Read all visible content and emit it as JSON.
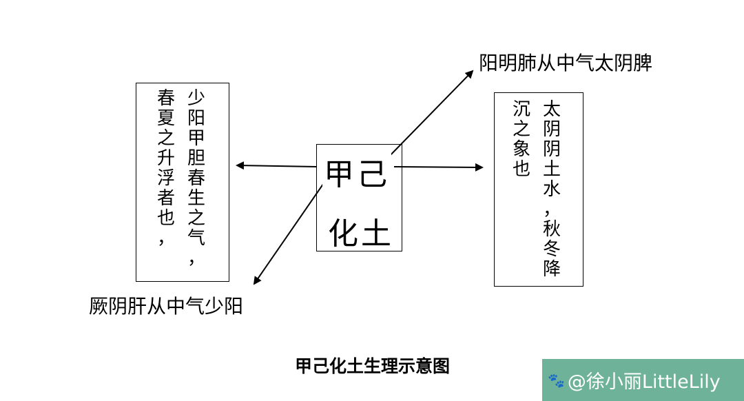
{
  "center": {
    "line1": "甲己",
    "line2": "化土"
  },
  "left_box": {
    "col_right": "少阳甲胆春生之气，",
    "col_left": "春夏之升浮者也，"
  },
  "right_box": {
    "col_right": "太阴阴土水，秋冬降",
    "col_left": "沉之象也"
  },
  "top_right_label": "阳明肺从中气太阴脾",
  "bottom_left_label": "厥阴肝从中气少阳",
  "caption": "甲己化土生理示意图",
  "watermark": {
    "text": "@徐小丽LittleLily",
    "icon": "paw-icon",
    "color": "#6fb29a"
  }
}
